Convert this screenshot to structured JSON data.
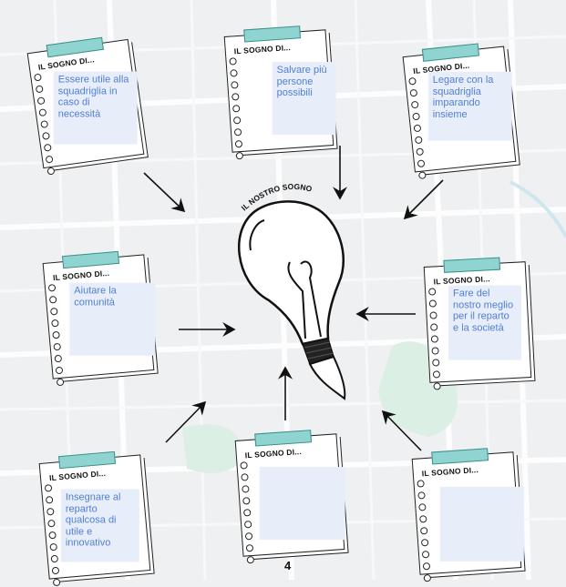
{
  "bulb": {
    "label": "IL NOSTRO SOGNO"
  },
  "notes": [
    {
      "title": "IL SOGNO DI...",
      "text": "Essere utile alla squadriglia in caso di necessità"
    },
    {
      "title": "IL SOGNO DI...",
      "text": "Salvare più persone possibili"
    },
    {
      "title": "IL SOGNO DI...",
      "text": "Legare con la squadriglia imparando insieme"
    },
    {
      "title": "IL SOGNO DI...",
      "text": "Aiutare la comunità"
    },
    {
      "title": "IL SOGNO DI...",
      "text": "Fare del nostro meglio per il reparto e la società"
    },
    {
      "title": "IL SOGNO DI...",
      "text": "Insegnare al reparto qualcosa di utile e innovativo"
    },
    {
      "title": "IL SOGNO DI...",
      "text": ""
    },
    {
      "title": "IL SOGNO DI...",
      "text": ""
    }
  ],
  "page_number": "4",
  "colors": {
    "tape": "#8fd4d0",
    "note_box": "#e8edfa",
    "note_text": "#4f7fd6"
  }
}
